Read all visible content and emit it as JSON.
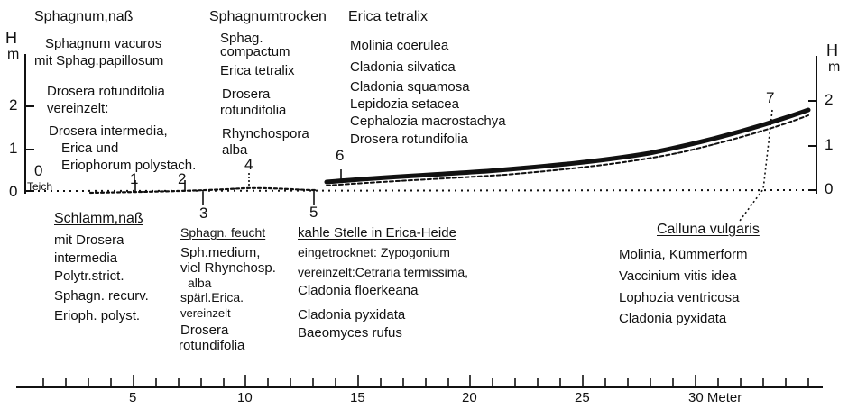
{
  "left_axis": {
    "label_top": "H",
    "label_bottom": "m",
    "ticks": [
      "2",
      "1",
      "0"
    ]
  },
  "right_axis": {
    "label_top": "H",
    "label_bottom": "m",
    "ticks": [
      "2",
      "1",
      "0"
    ]
  },
  "x_axis": {
    "ticks": [
      "5",
      "10",
      "15",
      "20",
      "25",
      "30 Meter"
    ]
  },
  "pond": {
    "zero_label": "0",
    "teich_label": "Teich"
  },
  "points": [
    "1",
    "2",
    "3",
    "4",
    "5",
    "6",
    "7"
  ],
  "top_groups": {
    "sphagnum_nass": {
      "heading": "Sphagnum,naß",
      "lines": [
        "Sphagnum vacuros",
        "mit Sphag.papillosum",
        "Drosera rotundifolia",
        "vereinzelt:",
        "Drosera intermedia,",
        "Erica und",
        "Eriophorum polystach."
      ]
    },
    "sphagnum_trocken": {
      "heading": "Sphagnumtrocken",
      "lines": [
        "Sphag.",
        "compactum",
        "Erica tetralix",
        "Drosera",
        "rotundifolia",
        "Rhynchospora",
        "alba"
      ]
    },
    "erica_tetralix": {
      "heading": "Erica tetralix",
      "lines": [
        "Molinia coerulea",
        "Cladonia silvatica",
        "Cladonia squamosa",
        "Lepidozia setacea",
        "Cephalozia macrostachya",
        "Drosera rotundifolia"
      ]
    }
  },
  "bottom_groups": {
    "schlamm": {
      "heading": "Schlamm,naß",
      "lines": [
        "mit Drosera",
        "intermedia",
        "Polytr.strict.",
        "Sphagn. recurv.",
        "Erioph. polyst."
      ]
    },
    "sphagn_feucht": {
      "heading": "Sphagn. feucht",
      "lines": [
        "Sph.medium,",
        "viel Rhynchosp.",
        "alba",
        "spärl.Erica.",
        "vereinzelt",
        "Drosera",
        "rotundifolia"
      ]
    },
    "kahle_stelle": {
      "heading": "kahle Stelle in Erica-Heide",
      "lines": [
        "eingetrocknet: Zypogonium",
        "vereinzelt:Cetraria termissima,",
        "Cladonia floerkeana",
        "Cladonia pyxidata",
        "Baeomyces rufus"
      ]
    },
    "calluna": {
      "heading": "Calluna vulgaris",
      "lines": [
        "Molinia, Kümmerform",
        "Vaccinium vitis idea",
        "Lophozia ventricosa",
        "Cladonia pyxidata"
      ]
    }
  }
}
